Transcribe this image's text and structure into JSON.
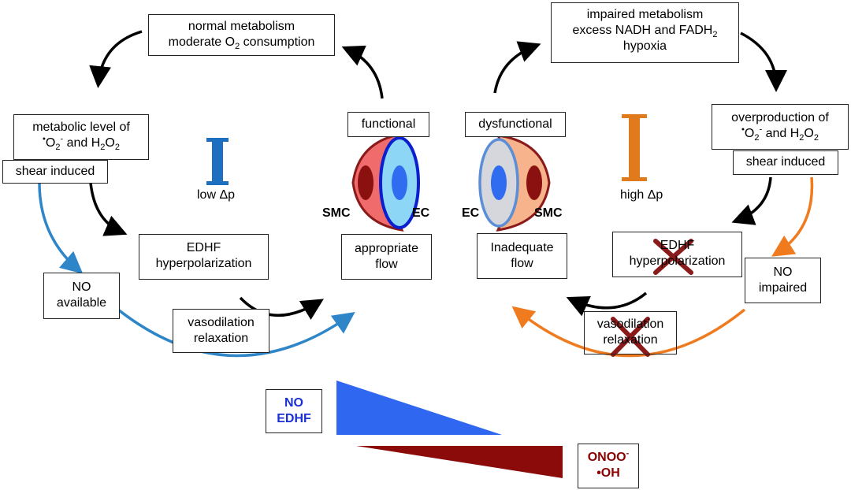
{
  "colors": {
    "blue_bar": "#1f6fc0",
    "orange_bar": "#e07a1c",
    "blue_arrow": "#2e86c8",
    "orange_arrow": "#f07b1e",
    "cross": "#8b1a1a",
    "no_edhf_text": "#1a2fd4",
    "onoo_text": "#8b0000",
    "wedge_blue": "#2f67f0",
    "wedge_red": "#8b0a0a"
  },
  "left": {
    "normal_metabolism": {
      "line1": "normal metabolism",
      "line2_prefix": "moderate O",
      "line2_sub": "2",
      "line2_suffix": " consumption"
    },
    "metabolic_level": {
      "line1": "metabolic level of",
      "dot": "•",
      "o": "O",
      "o_sub": "2",
      "o_sup": "-",
      "and": " and H",
      "h_sub1": "2",
      "o2": "O",
      "h_sub2": "2"
    },
    "shear_induced": "shear induced",
    "pressure_label": "low Δp",
    "edhf": {
      "line1": "EDHF",
      "line2": "hyperpolarization"
    },
    "no_available": {
      "line1": "NO",
      "line2": "available"
    },
    "vasodilation": {
      "line1": "vasodilation",
      "line2": "relaxation"
    },
    "functional": "functional",
    "appropriate_flow": {
      "line1": "appropriate",
      "line2": "flow"
    },
    "smc": "SMC",
    "ec": "EC"
  },
  "right": {
    "impaired_metabolism": {
      "line1": "impaired metabolism",
      "line2_prefix": "excess NADH and FADH",
      "line2_sub": "2",
      "line3": "hypoxia"
    },
    "overproduction": {
      "line1": "overproduction of",
      "dot": "•",
      "o": "O",
      "o_sub": "2",
      "o_sup": "-",
      "and": " and H",
      "h_sub1": "2",
      "o2": "O",
      "h_sub2": "2"
    },
    "shear_induced": "shear induced",
    "pressure_label": "high Δp",
    "edhf": {
      "line1": "EDHF",
      "line2": "hyperpolarization"
    },
    "no_impaired": {
      "line1": "NO",
      "line2": "impaired"
    },
    "vasodilation": {
      "line1": "vasodilation",
      "line2": "relaxation"
    },
    "dysfunctional": "dysfunctional",
    "inadequate_flow": {
      "line1": "Inadequate",
      "line2": "flow"
    },
    "smc": "SMC",
    "ec": "EC"
  },
  "bottom": {
    "no_edhf": {
      "line1": "NO",
      "line2": "EDHF"
    },
    "onoo": {
      "line1": "ONOO",
      "line1_sup": "-",
      "line2": "•OH"
    }
  }
}
